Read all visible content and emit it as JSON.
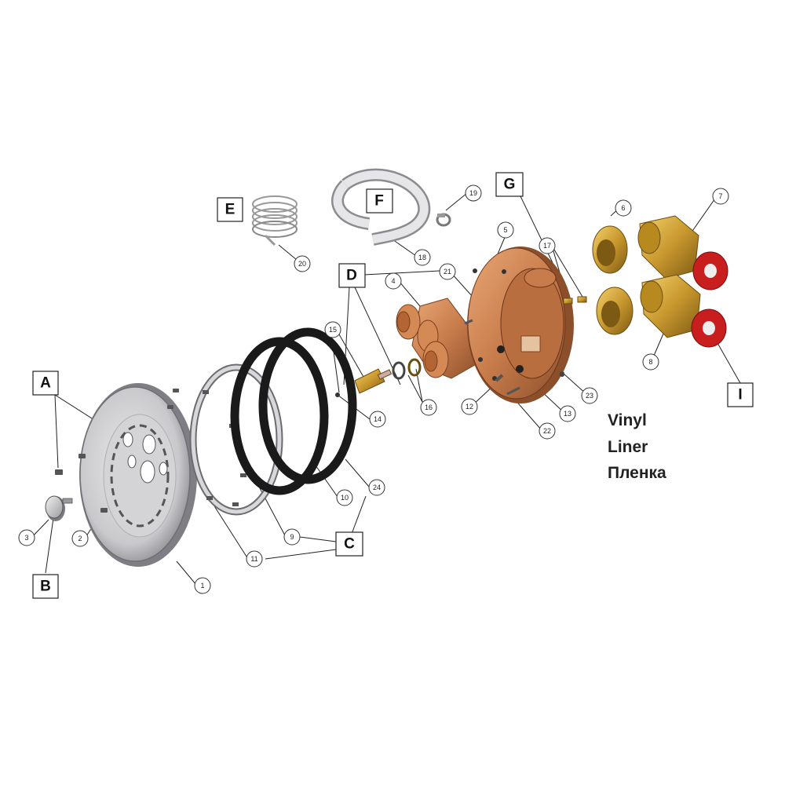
{
  "group_labels": [
    "A",
    "B",
    "C",
    "D",
    "E",
    "F",
    "G",
    "I"
  ],
  "part_numbers": [
    "1",
    "2",
    "3",
    "4",
    "5",
    "6",
    "7",
    "8",
    "9",
    "10",
    "11",
    "12",
    "13",
    "14",
    "15",
    "16",
    "17",
    "18",
    "19",
    "20",
    "21",
    "22",
    "23",
    "24"
  ],
  "caption": {
    "line1": "Vinyl",
    "line2": "Liner",
    "line3": "Пленка"
  }
}
